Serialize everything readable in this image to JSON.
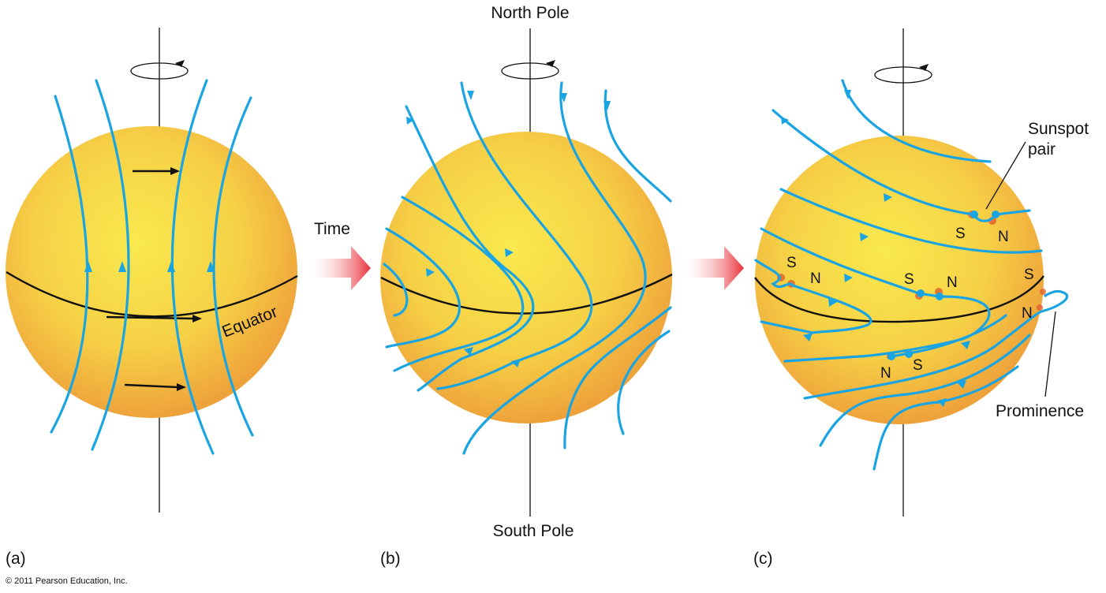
{
  "labels": {
    "north_pole": "North Pole",
    "south_pole": "South Pole",
    "time": "Time",
    "equator": "Equator",
    "panel_a": "(a)",
    "panel_b": "(b)",
    "panel_c": "(c)",
    "copyright": "© 2011 Pearson Education, Inc.",
    "sunspot_pair_line1": "Sunspot",
    "sunspot_pair_line2": "pair",
    "prominence": "Prominence"
  },
  "polarity_labels": [
    "S",
    "N",
    "S",
    "N",
    "S",
    "N",
    "S",
    "N",
    "N",
    "S"
  ],
  "colors": {
    "field_line": "#1ba4e2",
    "sun_center": "#f8e24a",
    "sun_edge": "#eea23a",
    "time_arrow": "#e8303a"
  }
}
